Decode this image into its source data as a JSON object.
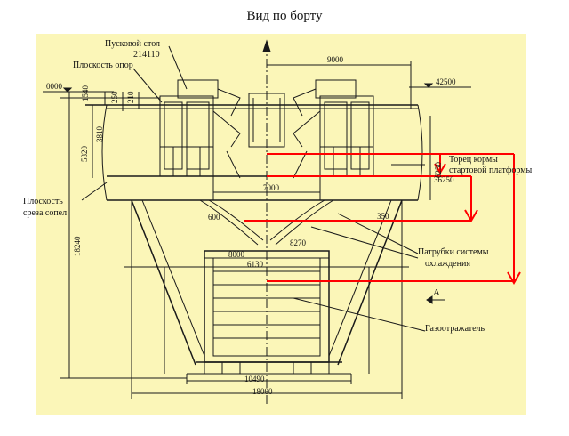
{
  "title": "Вид по борту",
  "labels": {
    "launch_table": "Пусковой стол",
    "launch_table_num": "214110",
    "support_plane": "Плоскость опор",
    "nozzle_cut_plane_1": "Плоскость",
    "nozzle_cut_plane_2": "среза сопел",
    "stern_end_1": "Торец кормы",
    "stern_end_2": "стартовой платформы",
    "cooling_pipes_1": "Патрубки системы",
    "cooling_pipes_2": "охлаждения",
    "gas_deflector": "Газоотражатель",
    "view_a": "A"
  },
  "dimensions": {
    "d9000": "9000",
    "d42500": "42500",
    "d0000": "0000",
    "d1540": "1540",
    "d250": "250",
    "d210": "210",
    "d3810": "3810",
    "d5320": "5320",
    "d18240": "18240",
    "d6250": "6250",
    "d36250": "36250",
    "d7000": "7000",
    "d600": "600",
    "d350": "350",
    "d8270": "8270",
    "d8000": "8000",
    "d6130": "6130",
    "d10490": "10490",
    "d18000": "18000"
  },
  "colors": {
    "background": "#ffffff",
    "sheet": "#fbf6b8",
    "ink": "#1a1a1a",
    "annotation": "#ff0000"
  }
}
